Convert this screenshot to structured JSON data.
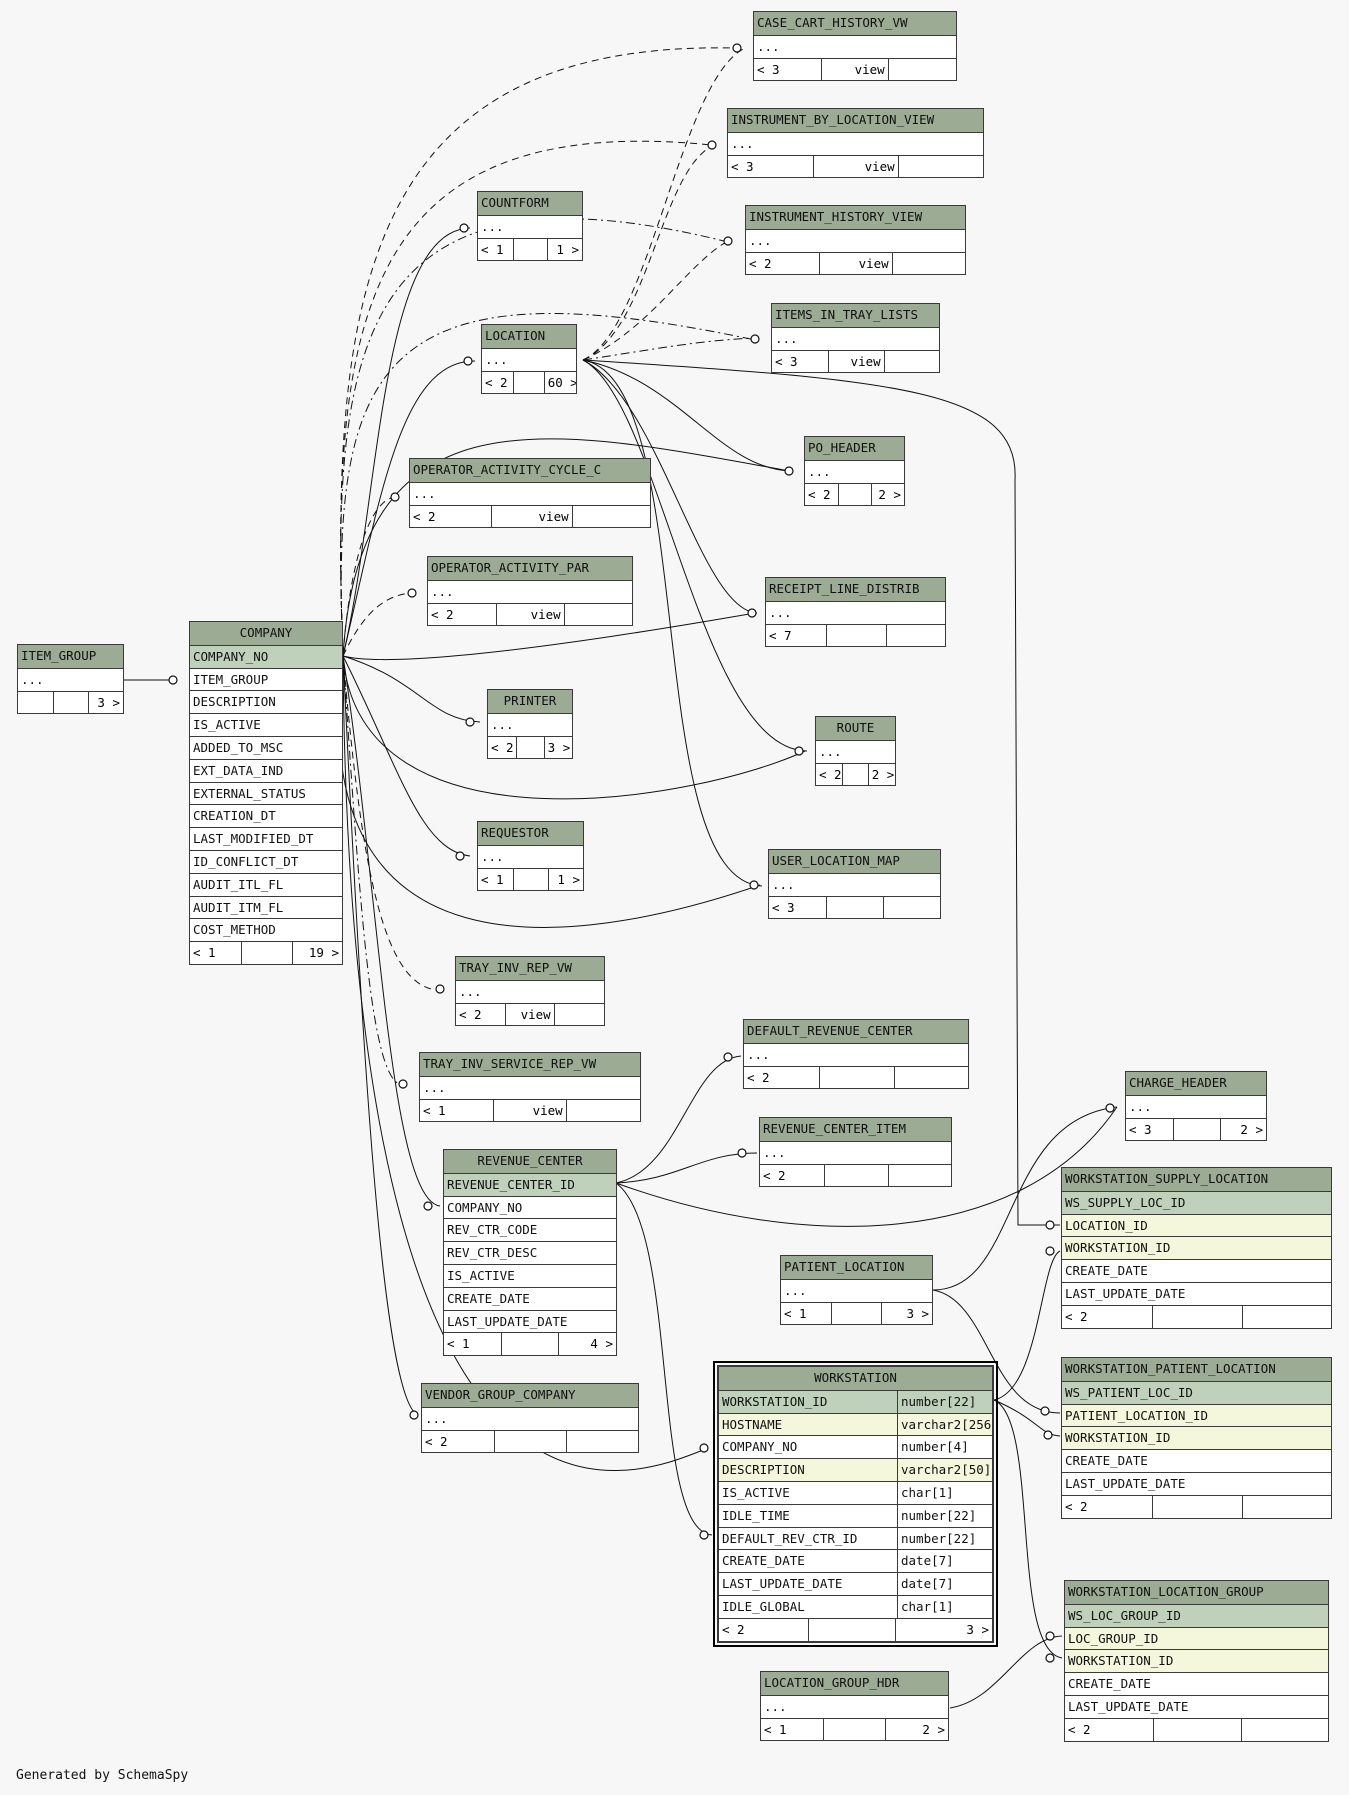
{
  "footer": "Generated by SchemaSpy",
  "tables": [
    {
      "id": "ITEM_GROUP",
      "title": "ITEM_GROUP",
      "rows": [
        {
          "text": "..."
        }
      ],
      "foot": [
        "",
        "",
        "3 >"
      ]
    },
    {
      "id": "COMPANY",
      "title": "COMPANY",
      "center": true,
      "rows": [
        {
          "text": "COMPANY_NO",
          "kind": "pk"
        },
        {
          "text": "ITEM_GROUP"
        },
        {
          "text": "DESCRIPTION"
        },
        {
          "text": "IS_ACTIVE"
        },
        {
          "text": "ADDED_TO_MSC"
        },
        {
          "text": "EXT_DATA_IND"
        },
        {
          "text": "EXTERNAL_STATUS"
        },
        {
          "text": "CREATION_DT"
        },
        {
          "text": "LAST_MODIFIED_DT"
        },
        {
          "text": "ID_CONFLICT_DT"
        },
        {
          "text": "AUDIT_ITL_FL"
        },
        {
          "text": "AUDIT_ITM_FL"
        },
        {
          "text": "COST_METHOD"
        }
      ],
      "foot": [
        "< 1",
        "",
        "19 >"
      ]
    },
    {
      "id": "CASE_CART_HISTORY_VW",
      "title": "CASE_CART_HISTORY_VW",
      "rows": [
        {
          "text": "..."
        }
      ],
      "foot": [
        "< 3",
        "view",
        ""
      ]
    },
    {
      "id": "INSTRUMENT_BY_LOCATION_VIEW",
      "title": "INSTRUMENT_BY_LOCATION_VIEW",
      "rows": [
        {
          "text": "..."
        }
      ],
      "foot": [
        "< 3",
        "view",
        ""
      ]
    },
    {
      "id": "INSTRUMENT_HISTORY_VIEW",
      "title": "INSTRUMENT_HISTORY_VIEW",
      "rows": [
        {
          "text": "..."
        }
      ],
      "foot": [
        "< 2",
        "view",
        ""
      ]
    },
    {
      "id": "COUNTFORM",
      "title": "COUNTFORM",
      "rows": [
        {
          "text": "..."
        }
      ],
      "foot": [
        "< 1",
        "",
        "1 >"
      ]
    },
    {
      "id": "ITEMS_IN_TRAY_LISTS",
      "title": "ITEMS_IN_TRAY_LISTS",
      "rows": [
        {
          "text": "..."
        }
      ],
      "foot": [
        "< 3",
        "view",
        ""
      ]
    },
    {
      "id": "LOCATION",
      "title": "LOCATION",
      "rows": [
        {
          "text": "..."
        }
      ],
      "foot": [
        "< 2",
        "",
        "60 >"
      ]
    },
    {
      "id": "PO_HEADER",
      "title": "PO_HEADER",
      "rows": [
        {
          "text": "..."
        }
      ],
      "foot": [
        "< 2",
        "",
        "2 >"
      ]
    },
    {
      "id": "OPERATOR_ACTIVITY_CYCLE_C",
      "title": "OPERATOR_ACTIVITY_CYCLE_C",
      "rows": [
        {
          "text": "..."
        }
      ],
      "foot": [
        "< 2",
        "view",
        ""
      ]
    },
    {
      "id": "OPERATOR_ACTIVITY_PAR",
      "title": "OPERATOR_ACTIVITY_PAR",
      "rows": [
        {
          "text": "..."
        }
      ],
      "foot": [
        "< 2",
        "view",
        ""
      ]
    },
    {
      "id": "RECEIPT_LINE_DISTRIB",
      "title": "RECEIPT_LINE_DISTRIB",
      "rows": [
        {
          "text": "..."
        }
      ],
      "foot": [
        "< 7",
        "",
        ""
      ]
    },
    {
      "id": "PRINTER",
      "title": "PRINTER",
      "center": true,
      "rows": [
        {
          "text": "..."
        }
      ],
      "foot": [
        "< 2",
        "",
        "3 >"
      ]
    },
    {
      "id": "ROUTE",
      "title": "ROUTE",
      "center": true,
      "rows": [
        {
          "text": "..."
        }
      ],
      "foot": [
        "< 2",
        "",
        "2 >"
      ]
    },
    {
      "id": "REQUESTOR",
      "title": "REQUESTOR",
      "rows": [
        {
          "text": "..."
        }
      ],
      "foot": [
        "< 1",
        "",
        "1 >"
      ]
    },
    {
      "id": "USER_LOCATION_MAP",
      "title": "USER_LOCATION_MAP",
      "rows": [
        {
          "text": "..."
        }
      ],
      "foot": [
        "< 3",
        "",
        ""
      ]
    },
    {
      "id": "TRAY_INV_REP_VW",
      "title": "TRAY_INV_REP_VW",
      "rows": [
        {
          "text": "..."
        }
      ],
      "foot": [
        "< 2",
        "view",
        ""
      ]
    },
    {
      "id": "DEFAULT_REVENUE_CENTER",
      "title": "DEFAULT_REVENUE_CENTER",
      "rows": [
        {
          "text": "..."
        }
      ],
      "foot": [
        "< 2",
        "",
        ""
      ]
    },
    {
      "id": "TRAY_INV_SERVICE_REP_VW",
      "title": "TRAY_INV_SERVICE_REP_VW",
      "rows": [
        {
          "text": "..."
        }
      ],
      "foot": [
        "< 1",
        "view",
        ""
      ]
    },
    {
      "id": "CHARGE_HEADER",
      "title": "CHARGE_HEADER",
      "rows": [
        {
          "text": "..."
        }
      ],
      "foot": [
        "< 3",
        "",
        "2 >"
      ]
    },
    {
      "id": "REVENUE_CENTER_ITEM",
      "title": "REVENUE_CENTER_ITEM",
      "rows": [
        {
          "text": "..."
        }
      ],
      "foot": [
        "< 2",
        "",
        ""
      ]
    },
    {
      "id": "REVENUE_CENTER",
      "title": "REVENUE_CENTER",
      "center": true,
      "rows": [
        {
          "text": "REVENUE_CENTER_ID",
          "kind": "pk"
        },
        {
          "text": "COMPANY_NO"
        },
        {
          "text": "REV_CTR_CODE"
        },
        {
          "text": "REV_CTR_DESC"
        },
        {
          "text": "IS_ACTIVE"
        },
        {
          "text": "CREATE_DATE"
        },
        {
          "text": "LAST_UPDATE_DATE"
        }
      ],
      "foot": [
        "< 1",
        "",
        "4 >"
      ]
    },
    {
      "id": "WORKSTATION_SUPPLY_LOCATION",
      "title": "WORKSTATION_SUPPLY_LOCATION",
      "rows": [
        {
          "text": "WS_SUPPLY_LOC_ID",
          "kind": "pk"
        },
        {
          "text": "LOCATION_ID",
          "kind": "fk"
        },
        {
          "text": "WORKSTATION_ID",
          "kind": "fk"
        },
        {
          "text": "CREATE_DATE"
        },
        {
          "text": "LAST_UPDATE_DATE"
        }
      ],
      "foot": [
        "< 2",
        "",
        ""
      ]
    },
    {
      "id": "PATIENT_LOCATION",
      "title": "PATIENT_LOCATION",
      "rows": [
        {
          "text": "..."
        }
      ],
      "foot": [
        "< 1",
        "",
        "3 >"
      ]
    },
    {
      "id": "WORKSTATION",
      "title": "WORKSTATION",
      "center": true,
      "focus": true,
      "typeOffset": 178,
      "rows": [
        {
          "text": "WORKSTATION_ID",
          "type": "number[22]",
          "kind": "pk"
        },
        {
          "text": "HOSTNAME",
          "type": "varchar2[256]",
          "kind": "fk"
        },
        {
          "text": "COMPANY_NO",
          "type": "number[4]"
        },
        {
          "text": "DESCRIPTION",
          "type": "varchar2[50]",
          "kind": "fk"
        },
        {
          "text": "IS_ACTIVE",
          "type": "char[1]"
        },
        {
          "text": "IDLE_TIME",
          "type": "number[22]"
        },
        {
          "text": "DEFAULT_REV_CTR_ID",
          "type": "number[22]"
        },
        {
          "text": "CREATE_DATE",
          "type": "date[7]"
        },
        {
          "text": "LAST_UPDATE_DATE",
          "type": "date[7]"
        },
        {
          "text": "IDLE_GLOBAL",
          "type": "char[1]"
        }
      ],
      "foot": [
        "< 2",
        "",
        "3 >"
      ]
    },
    {
      "id": "VENDOR_GROUP_COMPANY",
      "title": "VENDOR_GROUP_COMPANY",
      "rows": [
        {
          "text": "..."
        }
      ],
      "foot": [
        "< 2",
        "",
        ""
      ]
    },
    {
      "id": "WORKSTATION_PATIENT_LOCATION",
      "title": "WORKSTATION_PATIENT_LOCATION",
      "rows": [
        {
          "text": "WS_PATIENT_LOC_ID",
          "kind": "pk"
        },
        {
          "text": "PATIENT_LOCATION_ID",
          "kind": "fk"
        },
        {
          "text": "WORKSTATION_ID",
          "kind": "fk"
        },
        {
          "text": "CREATE_DATE"
        },
        {
          "text": "LAST_UPDATE_DATE"
        }
      ],
      "foot": [
        "< 2",
        "",
        ""
      ]
    },
    {
      "id": "WORKSTATION_LOCATION_GROUP",
      "title": "WORKSTATION_LOCATION_GROUP",
      "rows": [
        {
          "text": "WS_LOC_GROUP_ID",
          "kind": "pk"
        },
        {
          "text": "LOC_GROUP_ID",
          "kind": "fk"
        },
        {
          "text": "WORKSTATION_ID",
          "kind": "fk"
        },
        {
          "text": "CREATE_DATE"
        },
        {
          "text": "LAST_UPDATE_DATE"
        }
      ],
      "foot": [
        "< 2",
        "",
        ""
      ]
    },
    {
      "id": "LOCATION_GROUP_HDR",
      "title": "LOCATION_GROUP_HDR",
      "rows": [
        {
          "text": "..."
        }
      ],
      "foot": [
        "< 1",
        "",
        "2 >"
      ]
    }
  ]
}
